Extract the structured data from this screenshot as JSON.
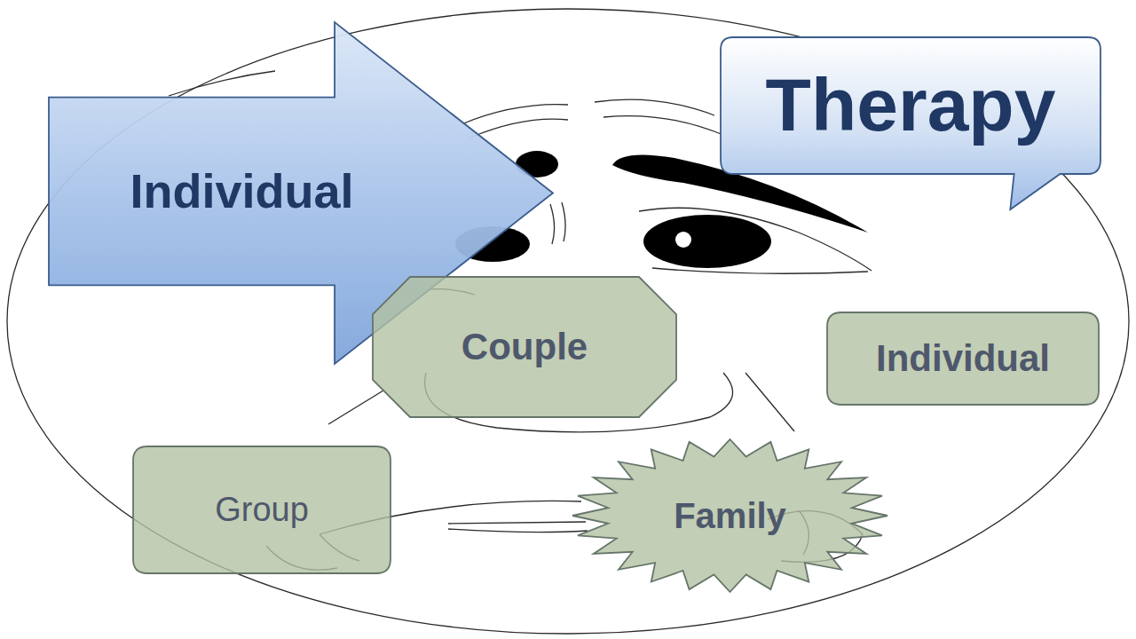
{
  "diagram": {
    "nodes": [
      {
        "text": [
          "Individual"
        ]
      },
      {
        "text": [
          "Therapy"
        ]
      },
      {
        "text": [
          "Couple"
        ]
      },
      {
        "text": [
          "Individual"
        ]
      },
      {
        "text": [
          "Group"
        ]
      },
      {
        "text": [
          "Family"
        ]
      }
    ]
  }
}
